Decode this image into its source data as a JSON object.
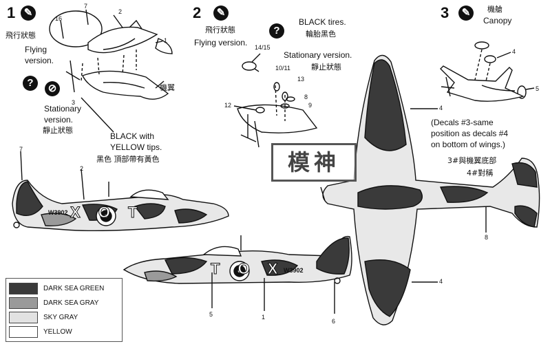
{
  "steps": [
    "1",
    "2",
    "3"
  ],
  "step1": {
    "flying_cn": "飛行狀態",
    "flying_en": [
      "Flying",
      "version."
    ],
    "stationary_en": [
      "Stationary",
      "version."
    ],
    "stationary_cn": "靜止狀態",
    "wing_cn": "機翼",
    "prop_en": [
      "BLACK with",
      "YELLOW tips."
    ],
    "prop_cn": "黑色 頂部帶有黃色",
    "parts": [
      "7",
      "16",
      "2",
      "1",
      "3"
    ]
  },
  "step2": {
    "flying_cn": "飛行狀態",
    "flying_en": "Flying version.",
    "tires_en": "BLACK tires.",
    "tires_cn": "輪胎黑色",
    "stationary_en": "Stationary version.",
    "stationary_cn": "靜止狀態",
    "parts": [
      "14/15",
      "10/11",
      "13",
      "8",
      "9",
      "12"
    ]
  },
  "step3": {
    "canopy_cn": "機艙",
    "canopy_en": "Canopy",
    "parts": [
      "4",
      "5"
    ]
  },
  "decal_note": {
    "en": [
      "(Decals #3-same",
      "position as decals #4",
      "on bottom of wings.)"
    ],
    "cn": [
      "3#與機翼底部",
      "4#對稱"
    ]
  },
  "side_view_markings": {
    "top_code": "W3902",
    "top_letters": "X O T",
    "bottom_code": "W3902",
    "bottom_letters": "T O X",
    "top_callouts": [
      "7",
      "2"
    ],
    "bottom_callouts": [
      "5",
      "1",
      "6"
    ]
  },
  "plan_view_callouts": [
    "4",
    "8",
    "4"
  ],
  "icons": [
    "question-icon",
    "no-glue-icon",
    "glue-tube-icon"
  ],
  "legend": [
    {
      "label": "DARK SEA GREEN",
      "color": "#3a3a3a"
    },
    {
      "label": "DARK SEA GRAY",
      "color": "#9a9a9a"
    },
    {
      "label": "SKY GRAY",
      "color": "#e2e2e2"
    },
    {
      "label": "YELLOW",
      "color": "#ffffff"
    }
  ],
  "watermark": "模神"
}
